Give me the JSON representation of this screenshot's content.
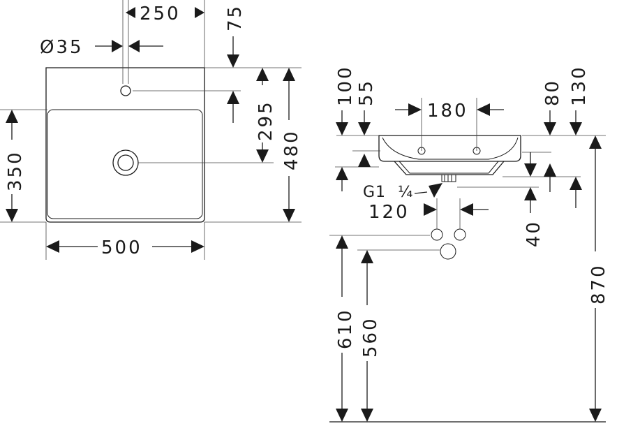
{
  "dimensions": {
    "width_250": "250",
    "dia_35": "Ø35",
    "depth_75": "75",
    "tap_295": "295",
    "depth_480": "480",
    "height_350": "350",
    "width_500": "500",
    "offset_100": "100",
    "offset_55": "55",
    "spacing_180": "180",
    "offset_80": "80",
    "offset_130": "130",
    "thread_g": "G1",
    "thread_frac": "¼",
    "spacing_120": "120",
    "offset_40": "40",
    "height_610": "610",
    "height_560": "560",
    "height_870": "870"
  }
}
